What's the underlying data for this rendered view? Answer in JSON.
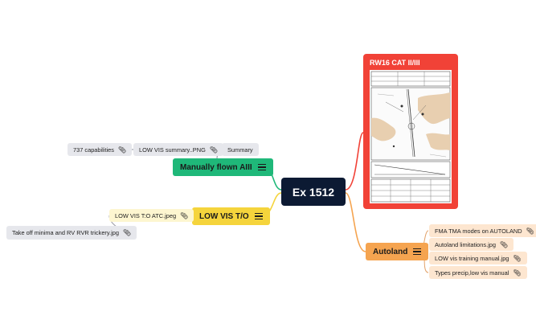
{
  "center": {
    "title": "Ex 1512"
  },
  "approach_card": {
    "title": "RW16 CAT II/III"
  },
  "manually_flown": {
    "title": "Manually flown AIII",
    "children": [
      "Summary",
      "LOW VIS summary..PNG",
      "737 capabilities"
    ]
  },
  "low_vis_to": {
    "title": "LOW VIS T/O",
    "children": [
      "LOW VIS T:O ATC.jpeg",
      "Take off minima and RV RVR trickery.jpg"
    ]
  },
  "autoland": {
    "title": "Autoland",
    "children": [
      "FMA TMA modes on AUTOLAND",
      "Autoland limitations.jpg",
      "LOW vis training manual.jpg",
      "Types precip,low vis manual"
    ]
  },
  "icons": {
    "topic": "lines-icon",
    "attachment": "paperclip-icon"
  },
  "colors": {
    "center": "#0c1a33",
    "manually_flown": "#1fb879",
    "low_vis_to": "#f5d43c",
    "autoland": "#f5a450",
    "approach_card": "#f14237",
    "sub_gray": "#e6e7ec",
    "sub_yellow": "#fdf6d0",
    "sub_orange": "#fde6d0"
  }
}
